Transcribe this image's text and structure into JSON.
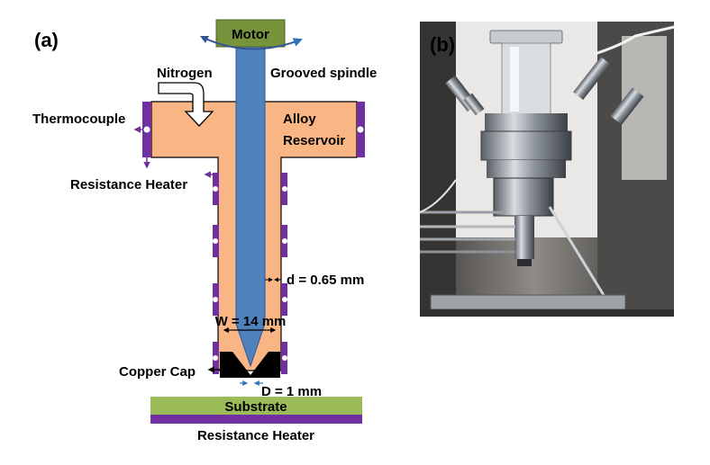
{
  "panel_a": {
    "panel_label": "(a)",
    "labels": {
      "motor": "Motor",
      "grooved_spindle": "Grooved spindle",
      "nitrogen": "Nitrogen",
      "alloy_reservoir_line1": "Alloy",
      "alloy_reservoir_line2": "Reservoir",
      "thermocouple": "Thermocouple",
      "resistance_heater_upper": "Resistance Heater",
      "gap": "d = 0.65 mm",
      "width": "W = 14 mm",
      "copper_cap": "Copper Cap",
      "nozzle_diameter": "D = 1 mm",
      "substrate": "Substrate",
      "resistance_heater_lower": "Resistance Heater"
    },
    "colors": {
      "motor_fill": "#77933c",
      "spindle_fill": "#4f81bd",
      "reservoir_fill": "#f9b584",
      "heater_fill": "#7030a0",
      "substrate_fill": "#9bbb59",
      "cap_fill": "#000000",
      "dimension_arrow": "#2e75b6"
    }
  },
  "panel_b": {
    "panel_label": "(b)",
    "photo_description_icon": "experimental-setup-photo"
  }
}
